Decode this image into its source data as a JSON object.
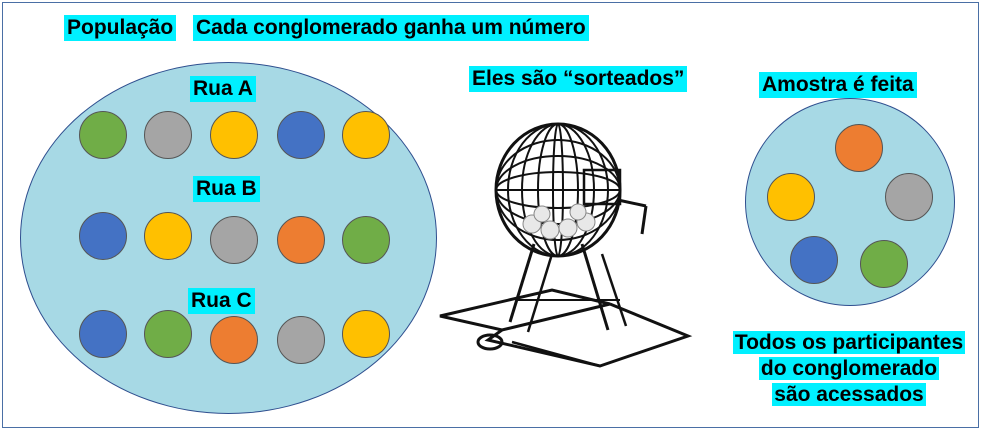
{
  "labels": {
    "population": "População",
    "title": "Cada conglomerado ganha um número",
    "drawn": "Eles são “sorteados”",
    "sample": "Amostra é feita",
    "street_a": "Rua A",
    "street_b": "Rua B",
    "street_c": "Rua C",
    "note": [
      "Todos os participantes",
      "do conglomerado",
      "são acessados"
    ]
  },
  "colors": {
    "green": "#70ad47",
    "gray": "#a5a5a5",
    "yellow": "#ffc000",
    "blue": "#4472c4",
    "orange": "#ed7d31",
    "ellipse_fill": "#a7d9e5",
    "label_bg": "#00f0ff"
  },
  "population_rows": [
    [
      "green",
      "gray",
      "yellow",
      "blue",
      "yellow"
    ],
    [
      "blue",
      "yellow",
      "gray",
      "orange",
      "green"
    ],
    [
      "blue",
      "green",
      "orange",
      "gray",
      "yellow"
    ]
  ],
  "sample_dots": [
    "orange",
    "yellow",
    "gray",
    "blue",
    "green"
  ],
  "icons": {
    "bingo_cage": "bingo-cage-icon"
  }
}
